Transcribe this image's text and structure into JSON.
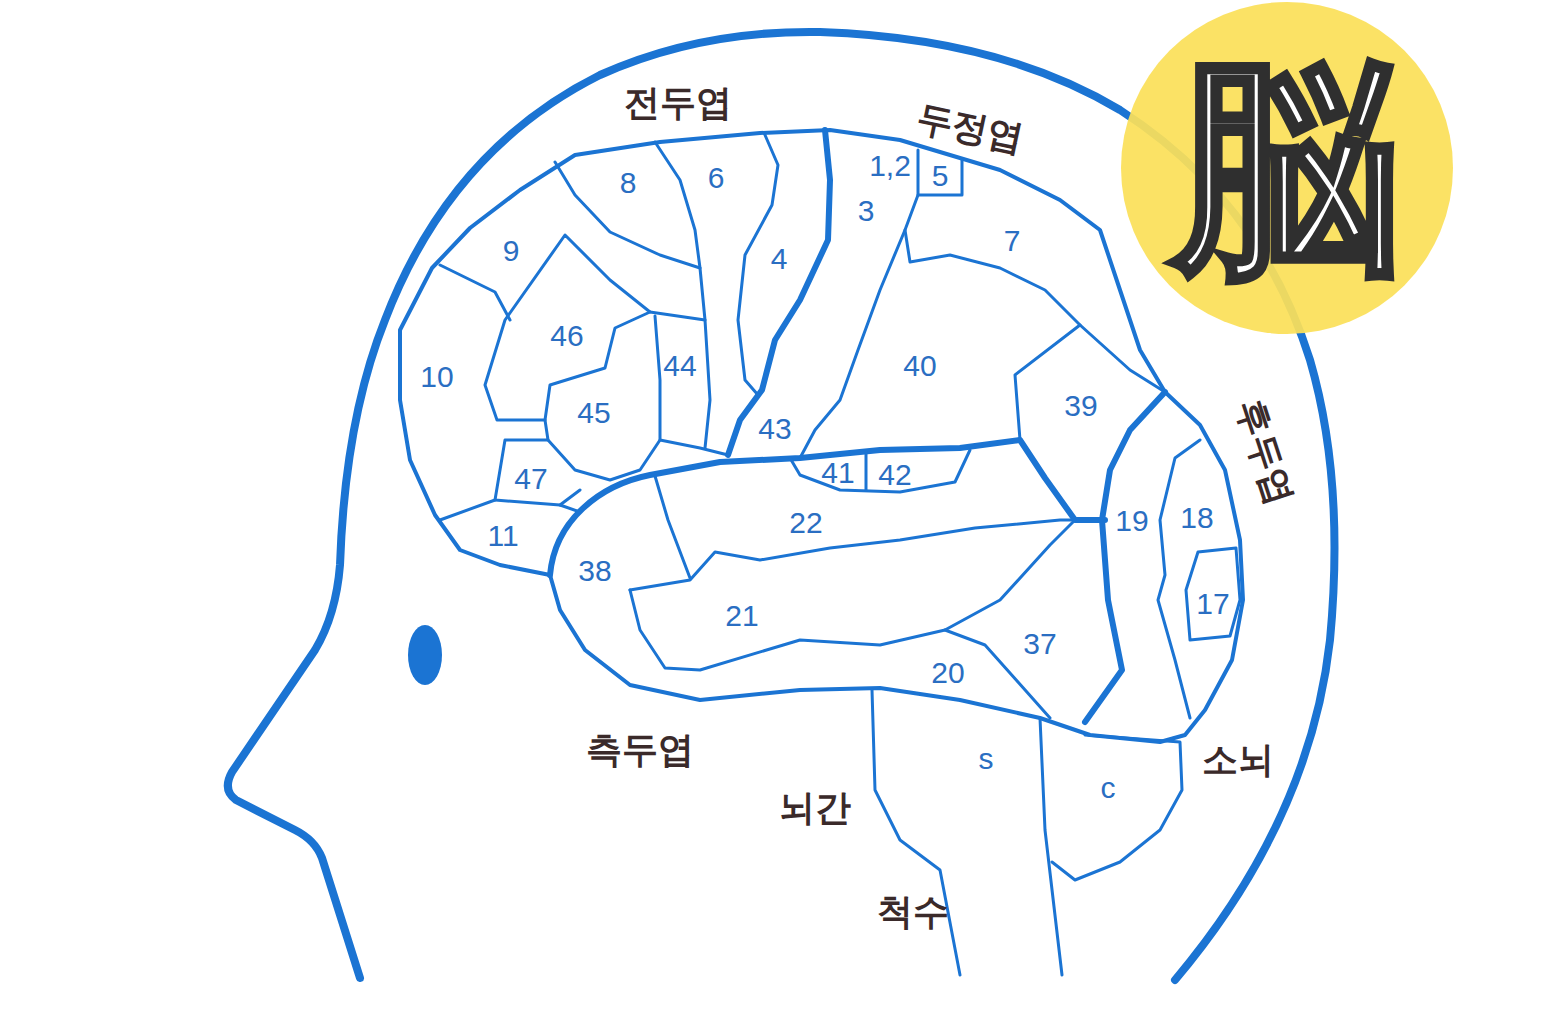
{
  "diagram": {
    "nodes": [
      {
        "text": [
          "脳"
        ]
      }
    ],
    "labels": [
      "전두엽",
      "두정엽",
      "8",
      "6",
      "1,2",
      "5",
      "3",
      "4",
      "7",
      "9",
      "46",
      "44",
      "10",
      "45",
      "43",
      "40",
      "39",
      "후두엽",
      "47",
      "41",
      "42",
      "11",
      "38",
      "22",
      "19",
      "18",
      "17",
      "21",
      "37",
      "20",
      "측두엽",
      "s",
      "소뇌",
      "c",
      "뇌간",
      "척수"
    ]
  }
}
